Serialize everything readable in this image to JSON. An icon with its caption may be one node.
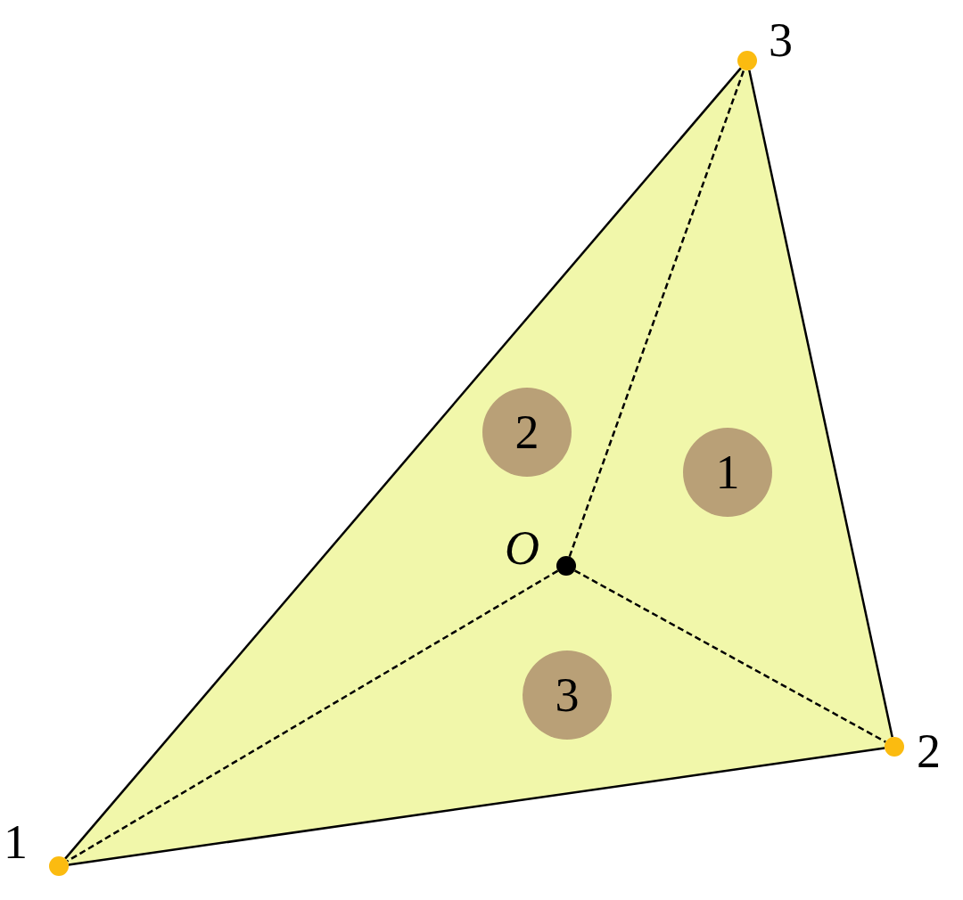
{
  "diagram": {
    "nodes": [
      {
        "text": [],
        "shape": "circle",
        "beside": [
          "1"
        ]
      },
      {
        "text": [],
        "shape": "circle",
        "beside": [
          "2"
        ]
      },
      {
        "text": [],
        "shape": "circle",
        "beside": [
          "3"
        ]
      },
      {
        "text": [],
        "shape": "circle",
        "beside": [
          "O"
        ]
      },
      {
        "text": [
          "2"
        ]
      },
      {
        "text": [
          "1"
        ]
      },
      {
        "text": [
          "3"
        ]
      }
    ],
    "edges": [
      {
        "from": 0,
        "to": 1,
        "arrow": "none"
      },
      {
        "from": 1,
        "to": 2,
        "arrow": "none"
      },
      {
        "from": 2,
        "to": 0,
        "arrow": "none"
      },
      {
        "from": 3,
        "to": 0,
        "arrow": "none",
        "style": "dashed"
      },
      {
        "from": 3,
        "to": 1,
        "arrow": "none",
        "style": "dashed"
      },
      {
        "from": 3,
        "to": 2,
        "arrow": "none",
        "style": "dashed"
      }
    ]
  }
}
